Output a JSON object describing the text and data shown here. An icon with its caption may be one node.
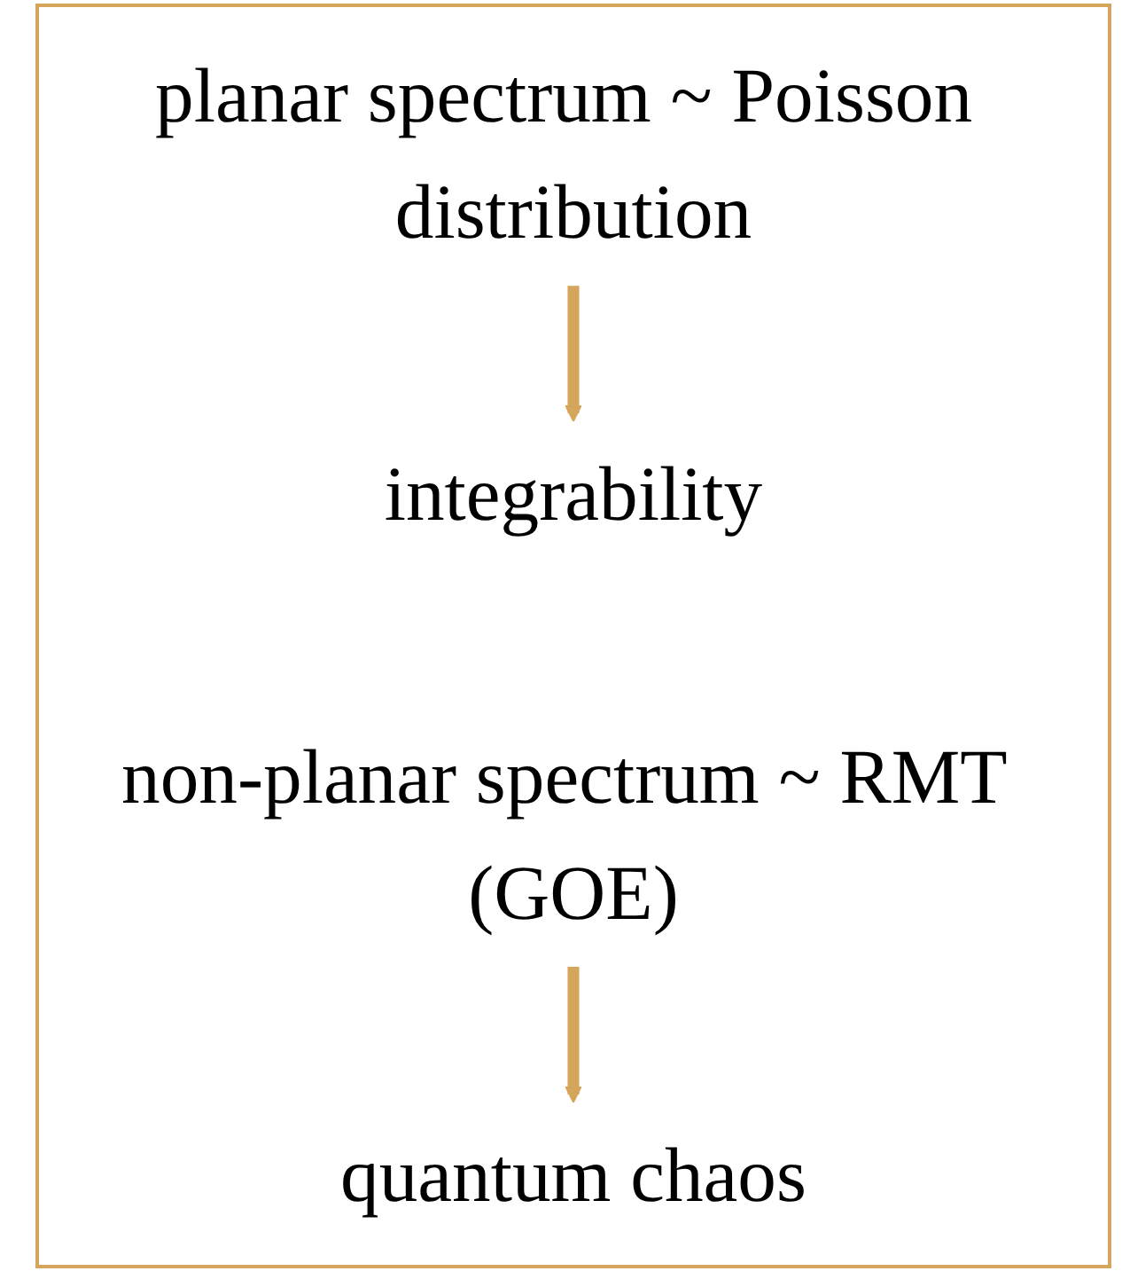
{
  "diagram": {
    "nodes": [
      {
        "text": [
          "planar spectrum ~ Poisson distribution"
        ]
      },
      {
        "text": [
          "integrability"
        ]
      },
      {
        "text": [
          "non-planar spectrum ~ RMT (GOE)"
        ]
      },
      {
        "text": [
          "quantum chaos"
        ]
      }
    ],
    "edges": [
      {
        "from": 0,
        "to": 1,
        "arrow": "to"
      },
      {
        "from": 2,
        "to": 3,
        "arrow": "to"
      }
    ]
  }
}
